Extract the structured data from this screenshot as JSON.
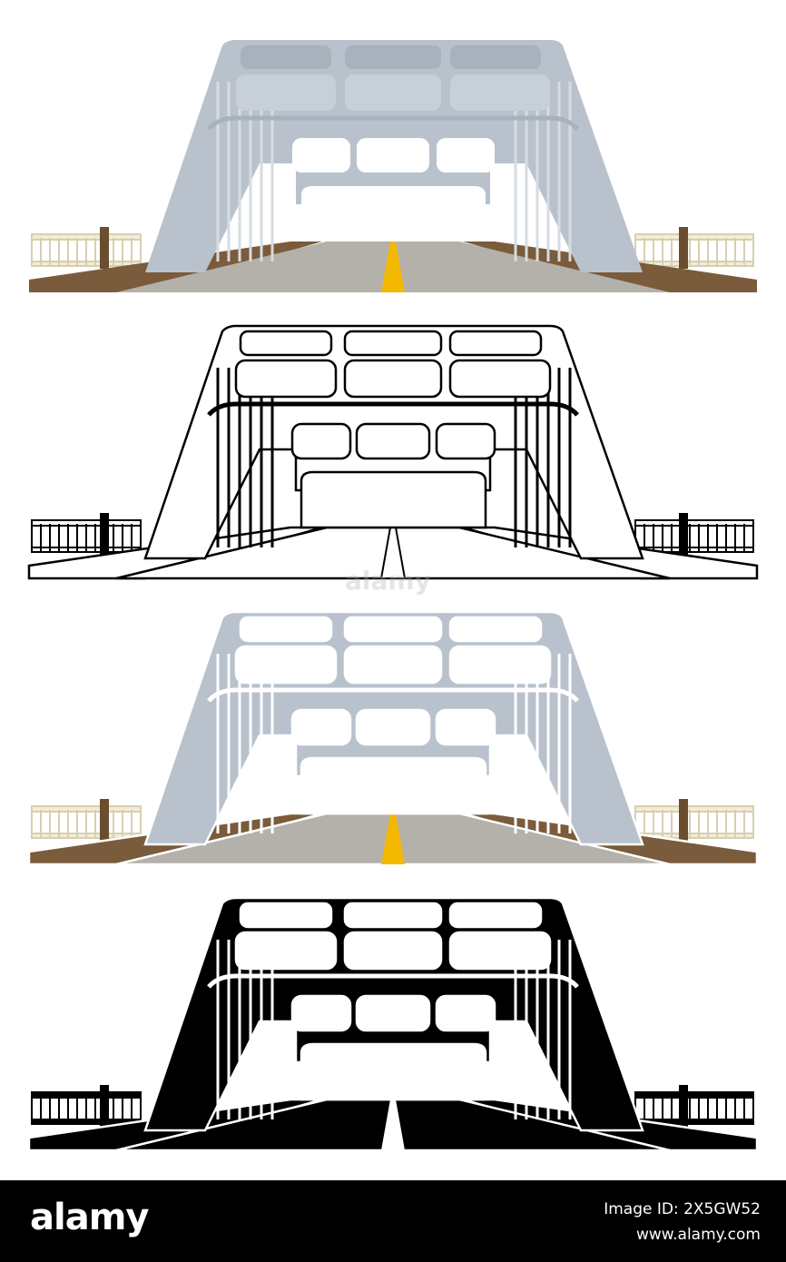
{
  "footer": {
    "logo": "alamy",
    "image_id": "Image ID: 2X5GW52",
    "site": "www.alamy.com"
  },
  "watermark": "alamy",
  "variants": [
    {
      "style": "color-flat",
      "arch": "#b9c2cc",
      "road": "#b4b1ab",
      "line": "#f5b800",
      "deck": "#7a5b3b",
      "rail": "#f2ecd8",
      "outline": "none"
    },
    {
      "style": "outline",
      "arch": "#ffffff",
      "road": "#ffffff",
      "line": "#ffffff",
      "deck": "#ffffff",
      "rail": "#ffffff",
      "outline": "#000000"
    },
    {
      "style": "color-outline",
      "arch": "#b9c2cc",
      "road": "#b4b1ab",
      "line": "#f5b800",
      "deck": "#7a5b3b",
      "rail": "#f2ecd8",
      "outline": "#ffffff"
    },
    {
      "style": "silhouette",
      "arch": "#000000",
      "road": "#000000",
      "line": "#ffffff",
      "deck": "#000000",
      "rail": "#000000",
      "outline": "#ffffff"
    }
  ]
}
